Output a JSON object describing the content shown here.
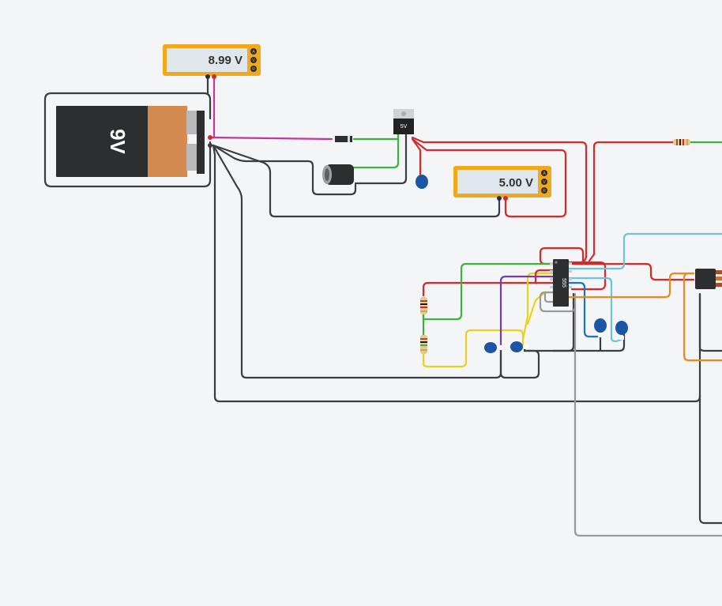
{
  "battery": {
    "label": "9V"
  },
  "meters": [
    {
      "reading": "8.99 V",
      "terminals": [
        "A",
        "V",
        "R"
      ]
    },
    {
      "reading": "5.00 V",
      "terminals": [
        "A",
        "V",
        "R"
      ]
    }
  ],
  "regulator": {
    "label": "5V"
  },
  "timer_ic": {
    "label": "555"
  },
  "colors": {
    "background": "#f3f5f7",
    "wire_black": "#3a3d42",
    "wire_red": "#d42a2a",
    "wire_green": "#3db23d",
    "wire_magenta": "#c2379e",
    "wire_yellow": "#e8d21f",
    "wire_purple": "#7b3aa8",
    "wire_cyan": "#6cc4d8",
    "wire_blue": "#1e73be",
    "wire_orange": "#ee8a1c",
    "wire_gray": "#9a9a9a",
    "meter_frame": "#f0a81c",
    "capacitor_blue": "#1a56a3",
    "battery_copper": "#d4894e"
  }
}
